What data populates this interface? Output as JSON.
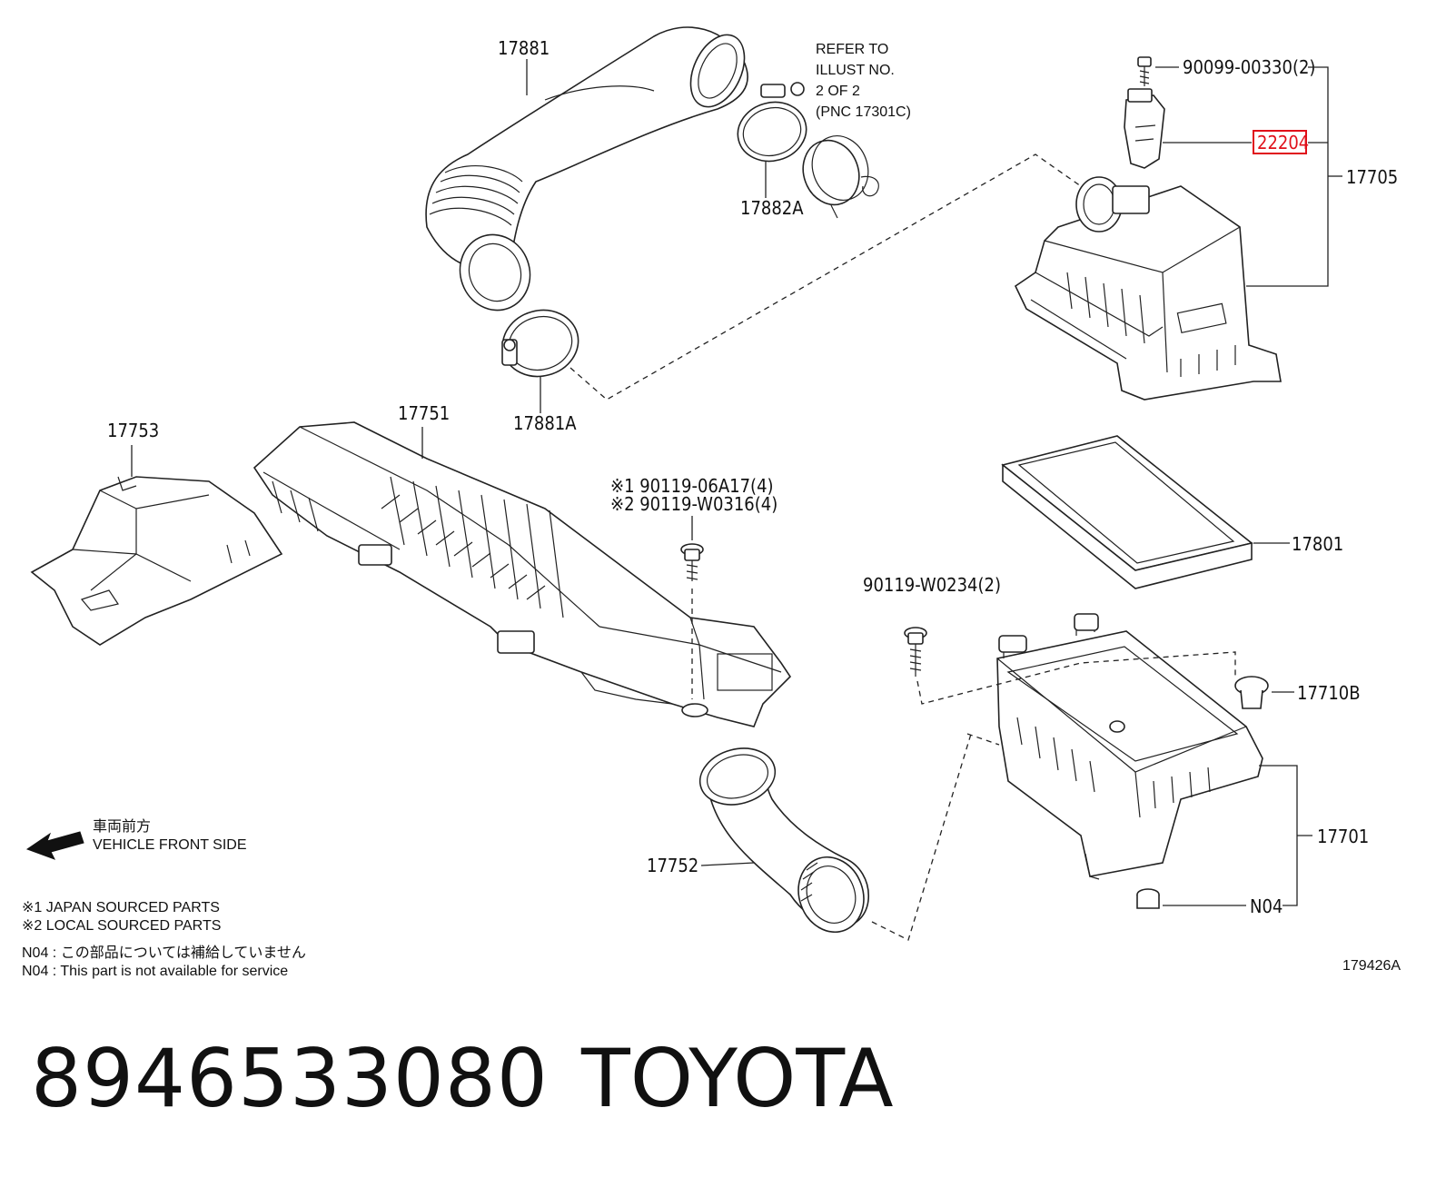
{
  "labels": {
    "p17881": "17881",
    "p17882A": "17882A",
    "p17881A": "17881A",
    "p17753": "17753",
    "p17751": "17751",
    "p17752": "17752",
    "p17705": "17705",
    "p22204": "22204",
    "p90099": "90099-00330(2)",
    "p17801": "17801",
    "p17710B": "17710B",
    "p17701": "17701",
    "pN04": "N04",
    "p90119a": "※1  90119-06A17(4)",
    "p90119b": "※2  90119-W0316(4)",
    "p90119c": "90119-W0234(2)"
  },
  "refer": [
    "REFER TO",
    "ILLUST NO.",
    "2 OF 2",
    "(PNC 17301C)"
  ],
  "front": {
    "jp": "車両前方",
    "en": "VEHICLE FRONT SIDE"
  },
  "notes": [
    "※1 JAPAN SOURCED PARTS",
    "※2 LOCAL SOURCED PARTS",
    "N04 : この部品については補給していません",
    "N04 : This part is not available for service"
  ],
  "illustration_id": "179426A",
  "footer": {
    "part_number": "8946533080",
    "brand": "TOYOTA"
  },
  "highlight_color": "#e0101a"
}
